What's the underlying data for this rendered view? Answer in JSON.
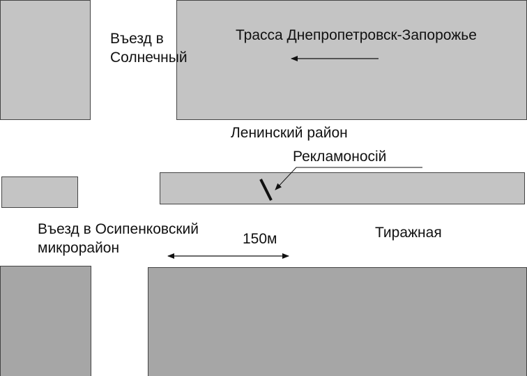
{
  "labels": {
    "entry_solnechny_1": "Въезд в",
    "entry_solnechny_2": "Солнечный",
    "highway": "Трасса Днепропетровск-Запорожье",
    "district": "Ленинский район",
    "billboard": "Рекламоносій",
    "entry_osipenko_1": "Въезд в Осипенковский",
    "entry_osipenko_2": "микрорайон",
    "distance": "150м",
    "street": "Тиражная"
  }
}
